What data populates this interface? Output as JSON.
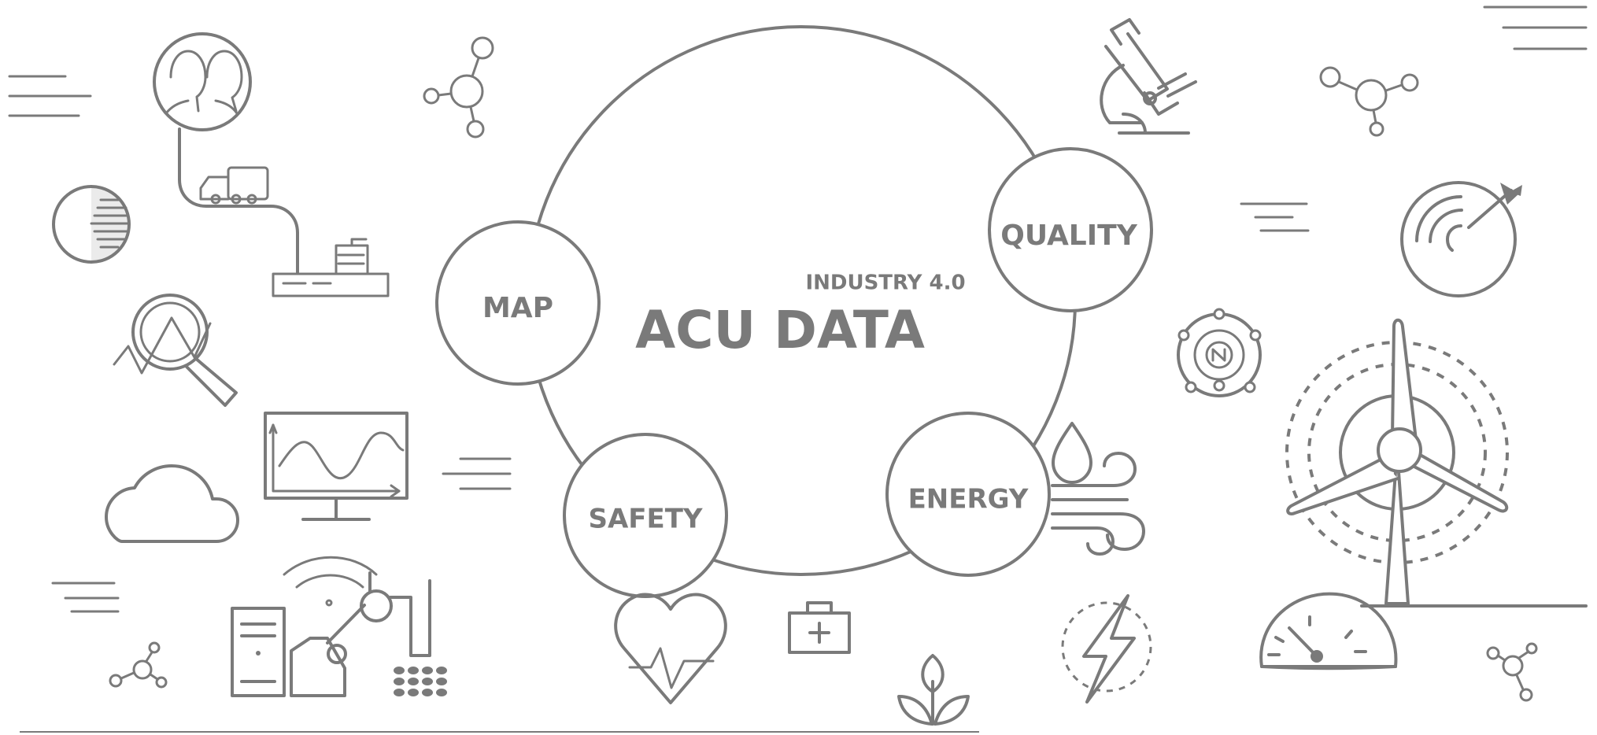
{
  "diagram": {
    "kicker": "INDUSTRY 4.0",
    "title": "ACU DATA",
    "nodes": [
      {
        "id": "map",
        "label": "MAP"
      },
      {
        "id": "quality",
        "label": "QUALITY"
      },
      {
        "id": "safety",
        "label": "SAFETY"
      },
      {
        "id": "energy",
        "label": "ENERGY"
      }
    ],
    "accent_color": "#7a7a7a",
    "background_color": "#ffffff"
  },
  "icons": [
    "people-icon",
    "truck-icon",
    "factory-icon",
    "half-circle-icon",
    "magnifier-chart-icon",
    "monitor-wave-icon",
    "cloud-icon",
    "robot-arm-icon",
    "server-icon",
    "wifi-icon",
    "molecule-icon",
    "microscope-icon",
    "target-icon",
    "atom-icon",
    "wind-turbine-icon",
    "gauge-icon",
    "lightning-icon",
    "water-drop-icon",
    "wind-icon",
    "heart-rate-icon",
    "first-aid-kit-icon",
    "sprout-icon",
    "lines-icon"
  ]
}
